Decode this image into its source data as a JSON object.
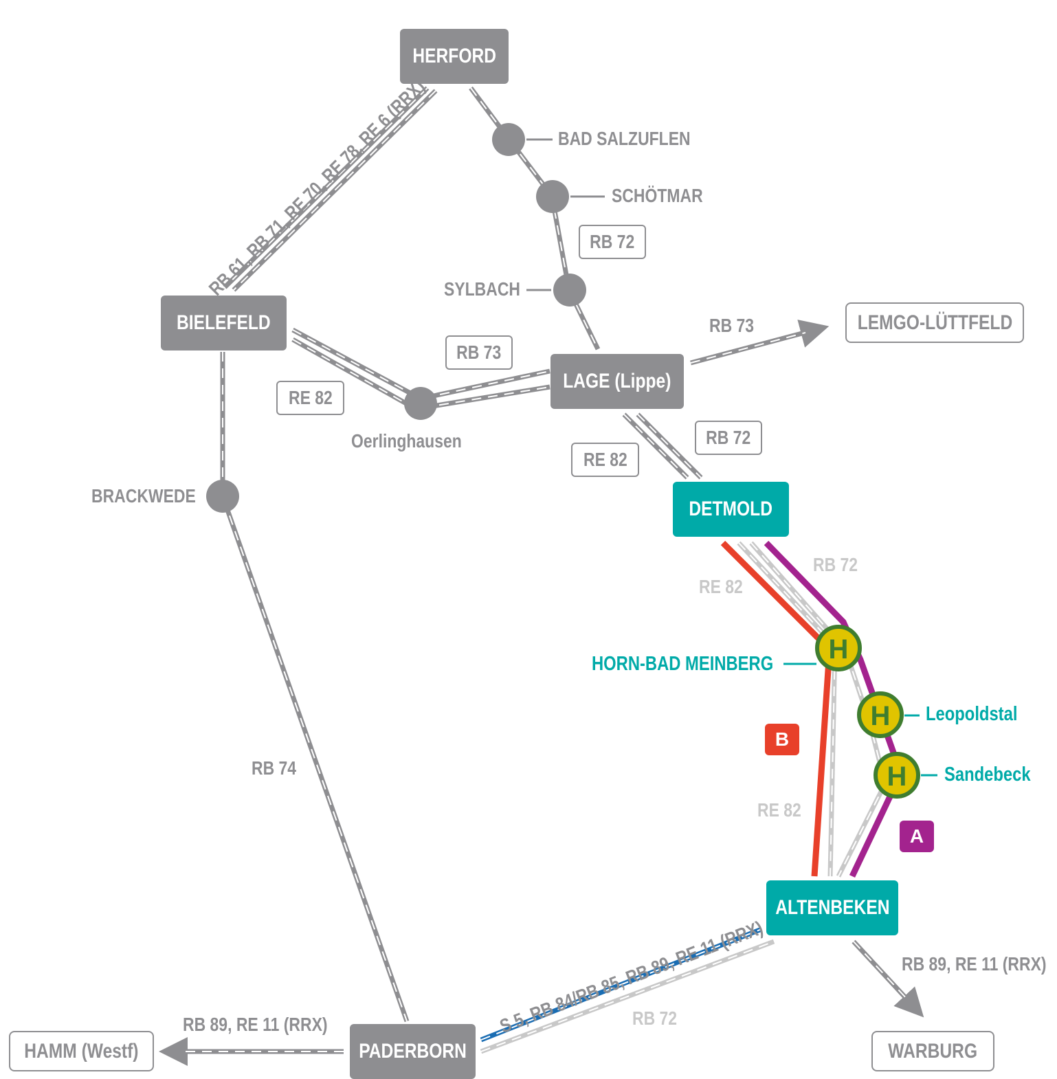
{
  "stations": {
    "herford": "HERFORD",
    "bielefeld": "BIELEFELD",
    "lage": "LAGE (Lippe)",
    "detmold": "DETMOLD",
    "altenbeken": "ALTENBEKEN",
    "paderborn": "PADERBORN",
    "lemgo": "LEMGO-LÜTTFELD",
    "hamm": "HAMM (Westf)",
    "warburg": "WARBURG"
  },
  "stops": {
    "bad_salzuflen": "BAD SALZUFLEN",
    "schoetmar": "SCHÖTMAR",
    "sylbach": "SYLBACH",
    "oerlinghausen": "Oerlinghausen",
    "brackwede": "BRACKWEDE",
    "horn": "HORN-BAD MEINBERG",
    "leopoldstal": "Leopoldstal",
    "sandebeck": "Sandebeck"
  },
  "lines": {
    "herford_bielefeld": "RB 61, RB 71, RE 70, RE 78, RE 6 (RRX)",
    "rb72_tag": "RB 72",
    "rb73_tag": "RB 73",
    "re82_tag": "RE 82",
    "rb73_lemgo": "RB 73",
    "rb72_lage_detmold": "RB 72",
    "re82_lage_detmold": "RE 82",
    "rb74": "RB 74",
    "re82_detmold": "RE 82",
    "rb72_detmold": "RB 72",
    "re82_alt": "RE 82",
    "paderborn_altenbeken": "S 5, RB 84/RB 85, RB 89, RE 11 (RRX)",
    "rb72_paderborn": "RB 72",
    "hamm_line": "RB 89, RE 11 (RRX)",
    "warburg_line": "RB 89, RE 11 (RRX)"
  },
  "stop_symbol": "H",
  "routes": {
    "b": "B",
    "a": "A"
  },
  "colors": {
    "grey": "#8e8e91",
    "light_grey": "#c8c8c8",
    "teal": "#00aaa8",
    "red": "#e8402a",
    "purple": "#a3238e",
    "blue": "#1a6db3",
    "stop_green": "#3f7d2f",
    "stop_yellow": "#e0c400"
  }
}
